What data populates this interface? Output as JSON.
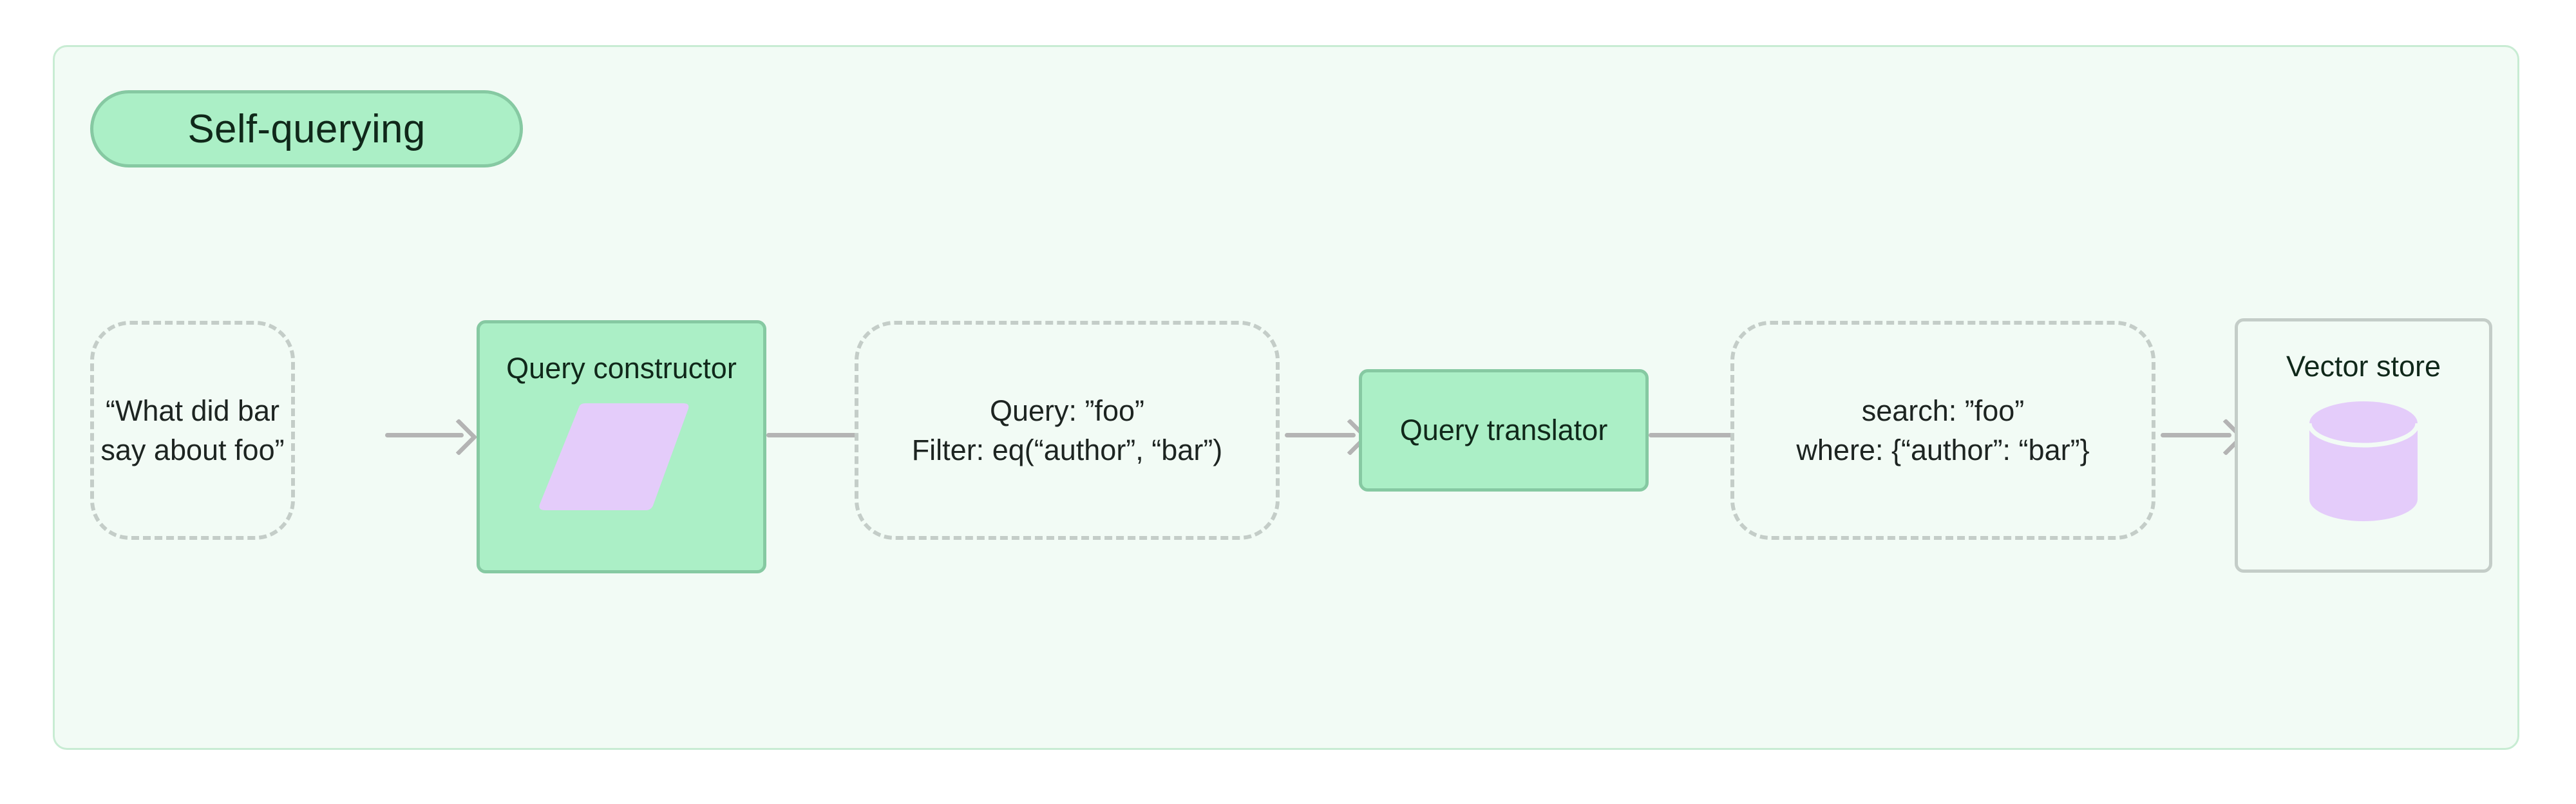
{
  "diagram": {
    "title": "Self-querying",
    "container_fill": "#f2fbf5",
    "container_border": "#c8ecd3",
    "accent_green": "#abefc6",
    "accent_green_border": "#86c9a2",
    "accent_lavender": "#e4ccfa",
    "edge_color": "#b4b4b4",
    "dashed_border_color": "#c4cdc8",
    "text_color": "#10281a"
  },
  "nodes": {
    "user_question": {
      "kind": "dashed",
      "line1": "“What did bar",
      "line2": "say about foo”"
    },
    "query_constructor": {
      "kind": "green",
      "title": "Query constructor",
      "icon": "parallelogram-icon"
    },
    "structured_query": {
      "kind": "dashed",
      "line1": "Query: ”foo”",
      "line2": "Filter: eq(“author”, “bar”)"
    },
    "query_translator": {
      "kind": "green",
      "title": "Query translator"
    },
    "native_query": {
      "kind": "dashed",
      "line1": "search: ”foo”",
      "line2": "where: {“author”: “bar”}"
    },
    "vector_store": {
      "kind": "grey",
      "title": "Vector store",
      "icon": "database-cylinder-icon"
    }
  },
  "edges": [
    {
      "from": "user_question",
      "to": "query_constructor",
      "arrowhead": true
    },
    {
      "from": "query_constructor",
      "to": "structured_query",
      "arrowhead": false
    },
    {
      "from": "structured_query",
      "to": "query_translator",
      "arrowhead": true
    },
    {
      "from": "query_translator",
      "to": "native_query",
      "arrowhead": false
    },
    {
      "from": "native_query",
      "to": "vector_store",
      "arrowhead": true
    }
  ]
}
